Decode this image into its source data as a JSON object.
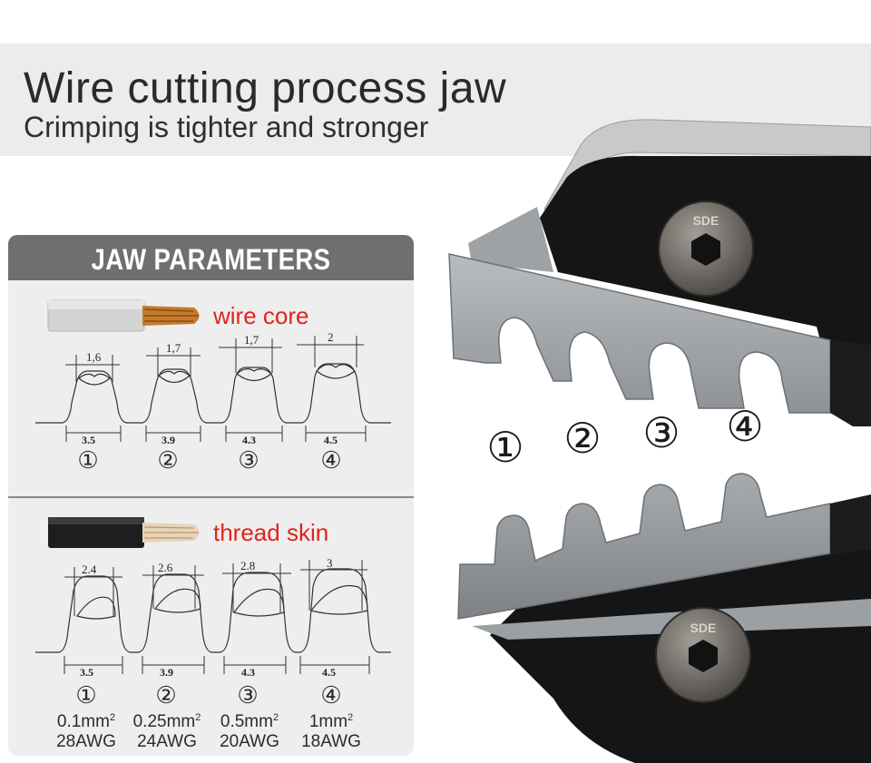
{
  "header": {
    "title": "Wire cutting process jaw",
    "subtitle": "Crimping is tighter and stronger"
  },
  "panel": {
    "title": "JAW PARAMETERS",
    "wire_core": {
      "label": "wire core",
      "top_dims": [
        "1,6",
        "1,7",
        "1,7",
        "2"
      ],
      "bottom_dims": [
        "3.5",
        "3.9",
        "4.3",
        "4.5"
      ],
      "numbers": [
        "①",
        "②",
        "③",
        "④"
      ]
    },
    "thread_skin": {
      "label": "thread skin",
      "top_dims": [
        "2.4",
        "2.6",
        "2.8",
        "3"
      ],
      "bottom_dims": [
        "3.5",
        "3.9",
        "4.3",
        "4.5"
      ],
      "numbers": [
        "①",
        "②",
        "③",
        "④"
      ]
    },
    "specs": [
      {
        "area": "0.1mm",
        "exp": "2",
        "awg": "28AWG"
      },
      {
        "area": "0.25mm",
        "exp": "2",
        "awg": "24AWG"
      },
      {
        "area": "0.5mm",
        "exp": "2",
        "awg": "20AWG"
      },
      {
        "area": "1mm",
        "exp": "2",
        "awg": "18AWG"
      }
    ]
  },
  "tool": {
    "screw_text": "SDE",
    "jaw_numbers": [
      "①",
      "②",
      "③",
      "④"
    ]
  }
}
